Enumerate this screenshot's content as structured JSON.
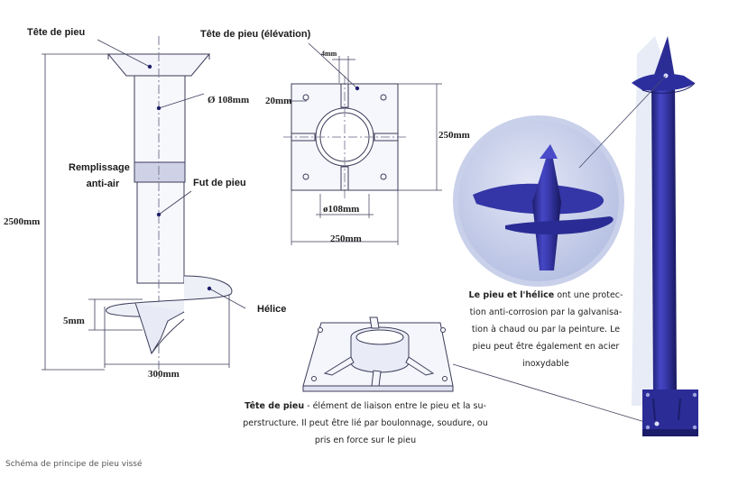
{
  "labels": {
    "tete_de_pieu": "Tête de pieu",
    "tete_elevation": "Tête de pieu (élévation)",
    "remplissage_line1": "Remplissage",
    "remplissage_line2": "anti-air",
    "fut": "Fut de pieu",
    "helice": "Hélice"
  },
  "dimensions": {
    "diameter_pile": "Ø 108mm",
    "length": "2500mm",
    "pitch": "5mm",
    "helix_width": "300mm",
    "plate_thickness": "4mm",
    "edge_offset": "20mm",
    "plate_height": "250mm",
    "plate_diameter": "ø108mm",
    "plate_width": "250mm"
  },
  "descriptions": {
    "pieu_helice_bold": "Le pieu et l'hélice",
    "pieu_helice_line1": " ont une protec-",
    "pieu_helice_line2": "tion anti-corrosion par la galvanisa-",
    "pieu_helice_line3": "tion à chaud ou par la peinture. Le",
    "pieu_helice_line4": "pieu peut être également en acier",
    "pieu_helice_line5": "inoxydable",
    "tete_bold": "Tête de pieu",
    "tete_line1": "  - élément de liaison entre le pieu et la su-",
    "tete_line2": "perstructure. Il peut être lié par boulonnage, soudure, ou",
    "tete_line3": "pris en force sur le pieu"
  },
  "caption": "Schéma de principe de pieu vissé",
  "colors": {
    "pile_blue": "#2e2f9a",
    "line": "#4a4a6a",
    "halo": "#c9d0ea"
  }
}
